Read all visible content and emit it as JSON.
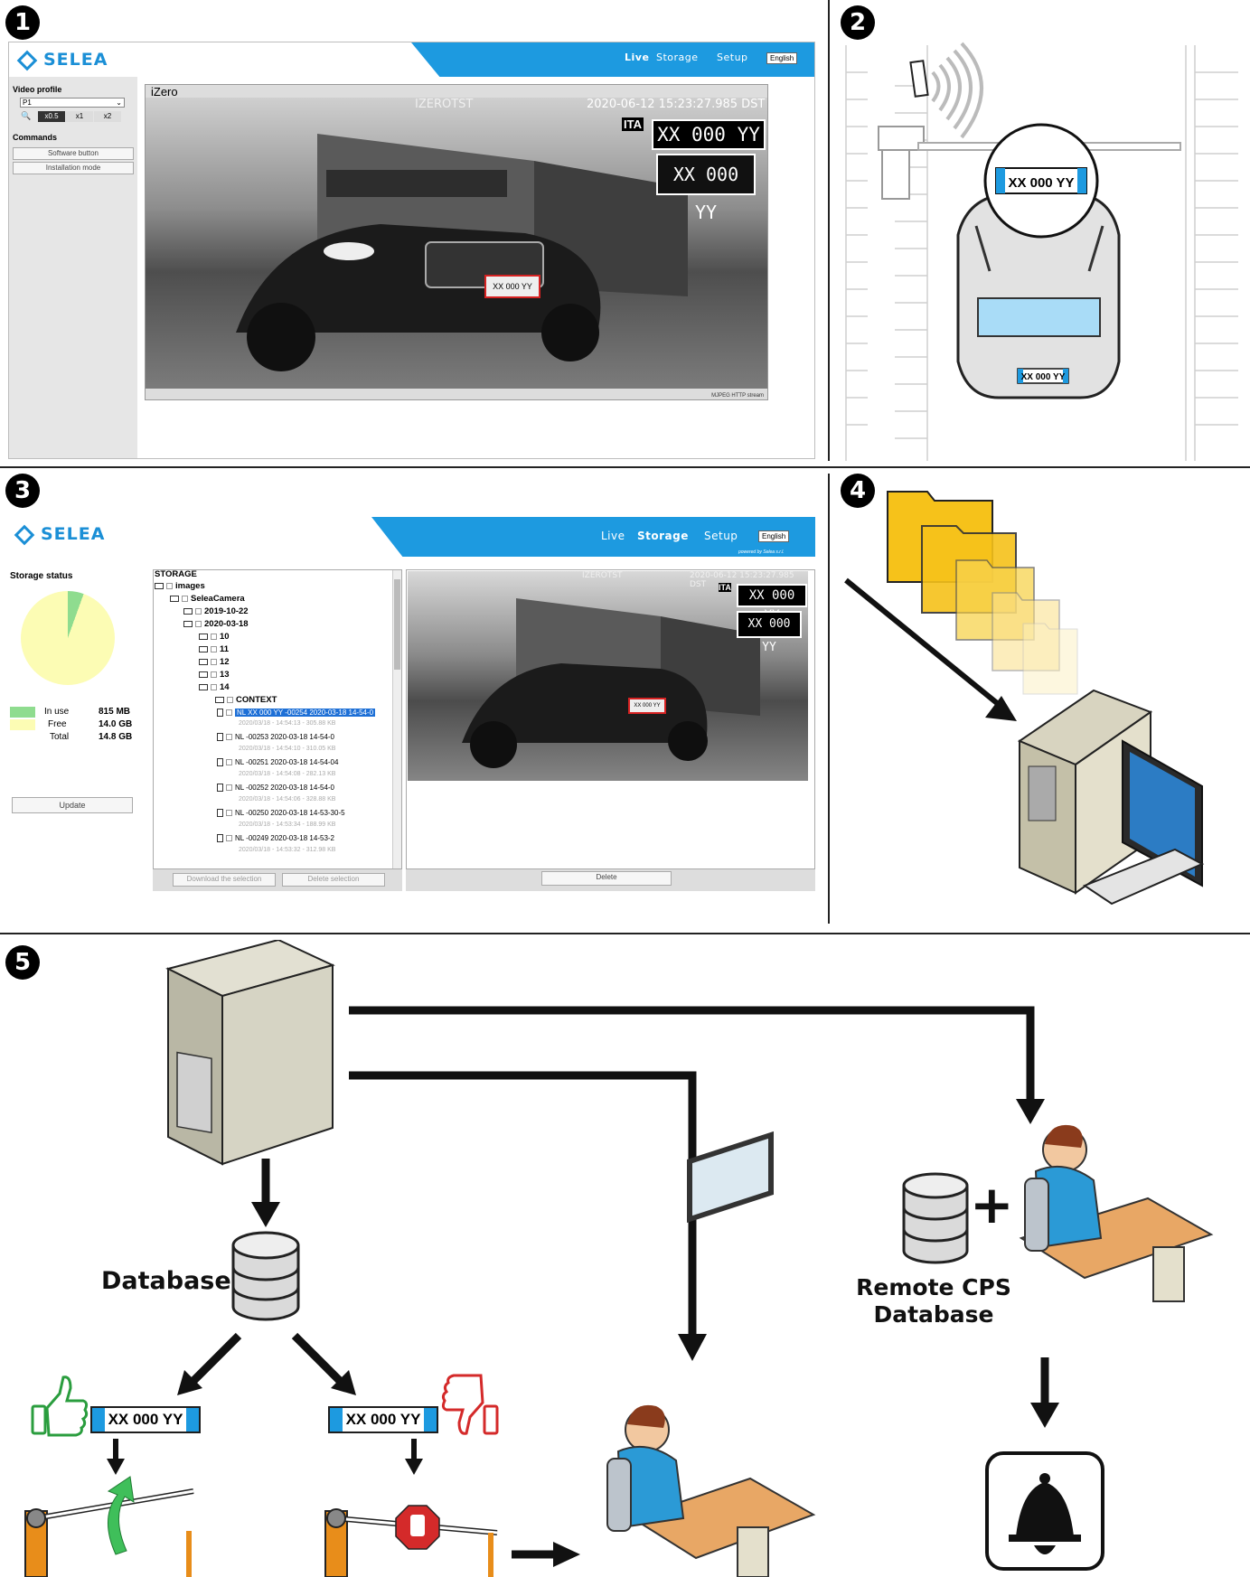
{
  "panels": {
    "p1": {
      "number": "1"
    },
    "p2": {
      "number": "2"
    },
    "p3": {
      "number": "3"
    },
    "p4": {
      "number": "4"
    },
    "p5": {
      "number": "5"
    }
  },
  "live_ui": {
    "logo": "SELEA",
    "nav": {
      "live": "Live",
      "storage": "Storage",
      "setup": "Setup"
    },
    "language": "English",
    "video_profile_label": "Video profile",
    "profile_value": "P1",
    "zoom_options": [
      "x0.5",
      "x1",
      "x2"
    ],
    "zoom_selected": "x0.5",
    "commands_label": "Commands",
    "software_button": "Software button",
    "installation_mode": "Installation mode",
    "camera_name": "iZero",
    "camera_id": "IZEROTST",
    "timestamp": "2020-06-12 15:23:27.985 DST",
    "country": "ITA",
    "plate": "XX 000 YY",
    "stream_label": "MJPEG HTTP stream"
  },
  "gate_illustration": {
    "plate": "XX 000 YY"
  },
  "storage_ui": {
    "logo": "SELEA",
    "nav": {
      "live": "Live",
      "storage": "Storage",
      "setup": "Setup"
    },
    "language": "English",
    "powered_by": "powered by Selea s.r.l.",
    "storage_status_label": "Storage status",
    "usage_fraction_in_use": 0.055,
    "legend": [
      {
        "label": "In use",
        "value": "815 MB",
        "color": "#8fdc8f"
      },
      {
        "label": "Free",
        "value": "14.0 GB",
        "color": "#fcfcb4"
      },
      {
        "label": "Total",
        "value": "14.8 GB",
        "color": ""
      }
    ],
    "update_button": "Update",
    "tree_title": "STORAGE",
    "tree": {
      "images": "images",
      "camera": "SeleaCamera",
      "date1": "2019-10-22",
      "date2": "2020-03-18",
      "hours": [
        "10",
        "11",
        "12",
        "13",
        "14"
      ],
      "context": "CONTEXT"
    },
    "files": [
      {
        "name": "NL  XX 000 YY -00254 2020-03-18 14-54-0",
        "meta": "2020/03/18 - 14:54:13 - 305.88 KB",
        "selected": true
      },
      {
        "name": "NL              -00253 2020-03-18 14-54-0",
        "meta": "2020/03/18 - 14:54:10 - 310.05 KB",
        "selected": false
      },
      {
        "name": "NL              -00251 2020-03-18 14-54-04",
        "meta": "2020/03/18 - 14:54:08 - 282.13 KB",
        "selected": false
      },
      {
        "name": "NL              -00252 2020-03-18 14-54-0",
        "meta": "2020/03/18 - 14:54:06 - 328.88 KB",
        "selected": false
      },
      {
        "name": "NL              -00250 2020-03-18 14-53-30-5",
        "meta": "2020/03/18 - 14:53:34 - 188.99 KB",
        "selected": false
      },
      {
        "name": "NL              -00249 2020-03-18 14-53-2",
        "meta": "2020/03/18 - 14:53:32 - 312.98 KB",
        "selected": false
      }
    ],
    "download_button": "Download the selection",
    "delete_selection_button": "Delete selection",
    "delete_button": "Delete",
    "camera_id": "IZEROTST",
    "timestamp": "2020-06-12 15:23:27.985 DST",
    "country": "ITA",
    "plate": "XX 000 YY"
  },
  "workflow": {
    "database_label": "Database",
    "plate_allowed": "XX 000 YY",
    "plate_denied": "XX 000 YY",
    "remote_db_label_line1": "Remote CPS",
    "remote_db_label_line2": "Database",
    "plus": "+"
  },
  "colors": {
    "selea_blue": "#1d9ae0",
    "thumbs_up": "#2a9d3e",
    "thumbs_down": "#d42a2a",
    "folder_yellow": "#f6c21a",
    "barrier_orange": "#e88d1a"
  }
}
